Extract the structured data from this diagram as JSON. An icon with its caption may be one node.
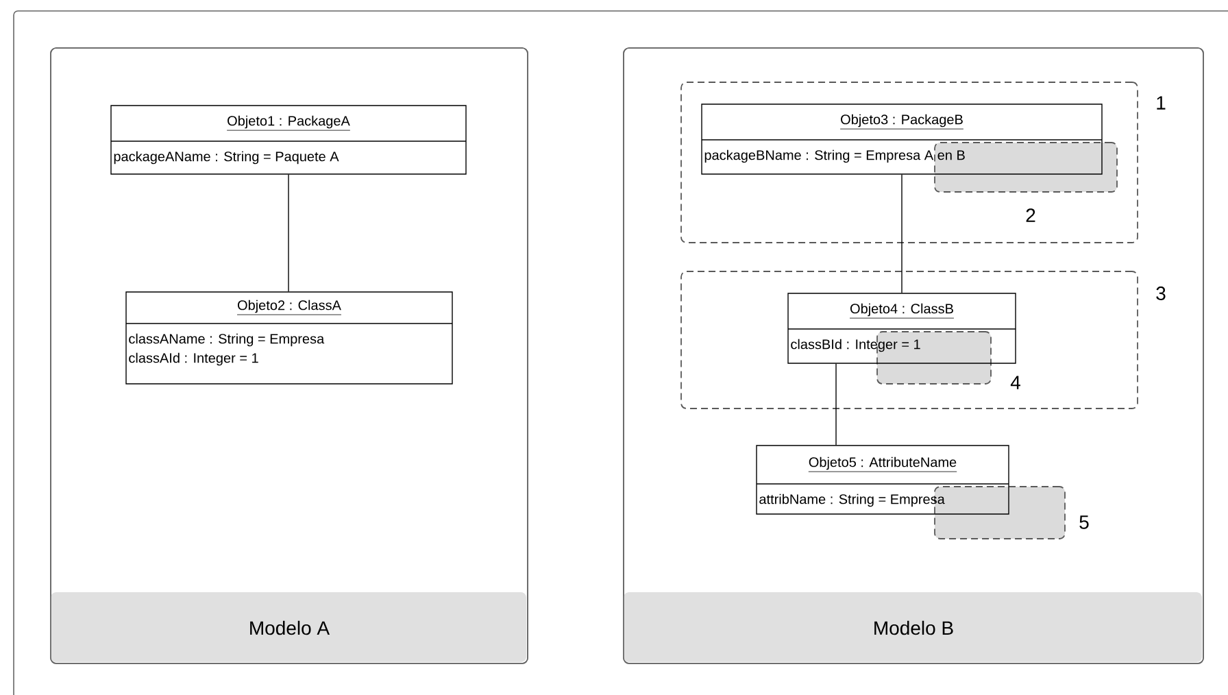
{
  "diagram": {
    "nodes": [
      {
        "text": [
          "Modelo A"
        ]
      },
      {
        "text": [
          "Objeto1 : PackageA",
          "packageAName : String = Paquete A"
        ],
        "in": 0
      },
      {
        "text": [
          "Objeto2 : ClassA",
          "classAName : String = Empresa",
          "classAId : Integer = 1"
        ],
        "in": 0
      },
      {
        "text": [
          "Modelo B"
        ]
      },
      {
        "text": [],
        "shape": "box",
        "beside": [
          "1"
        ],
        "in": 3
      },
      {
        "text": [
          "Objeto3 : PackageB",
          "packageBName : String = Empresa A en B"
        ],
        "in": 4
      },
      {
        "text": [],
        "shape": "box",
        "beside": [
          "2"
        ],
        "in": 4
      },
      {
        "text": [],
        "shape": "box",
        "beside": [
          "3"
        ],
        "in": 3
      },
      {
        "text": [
          "Objeto4 : ClassB",
          "classBId : Integer = 1"
        ],
        "in": 7
      },
      {
        "text": [],
        "shape": "box",
        "beside": [
          "4"
        ],
        "in": 7
      },
      {
        "text": [
          "Objeto5 : AttributeName",
          "attribName : String = Empresa"
        ],
        "in": 3
      },
      {
        "text": [],
        "shape": "box",
        "beside": [
          "5"
        ],
        "in": 3
      }
    ],
    "edges": [
      {
        "from": 1,
        "to": 2,
        "arrow": "none"
      },
      {
        "from": 5,
        "to": 8,
        "arrow": "none"
      },
      {
        "from": 8,
        "to": 10,
        "arrow": "none"
      }
    ]
  }
}
